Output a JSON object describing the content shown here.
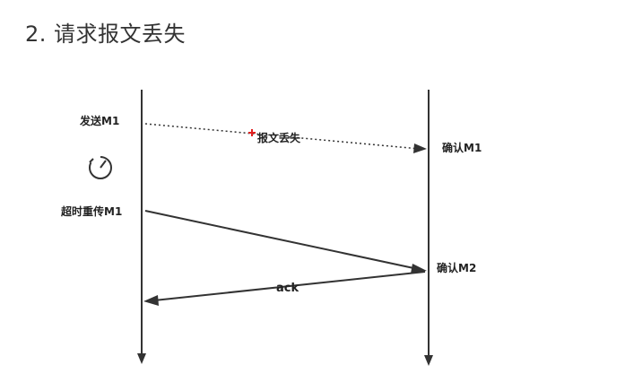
{
  "heading": "2. 请求报文丢失",
  "diagram": {
    "left_labels": {
      "send": "发送M1",
      "retransmit": "超时重传M1"
    },
    "right_labels": {
      "confirm_first": "确认M1",
      "confirm_second": "确认M2"
    },
    "lost_label": "报文丢失",
    "ack_label": "ack",
    "colors": {
      "line": "#333333",
      "loss_mark": "#e02020",
      "text": "#222222"
    },
    "icons": {
      "timer": "timer-icon",
      "loss": "cross-mark-icon"
    }
  }
}
